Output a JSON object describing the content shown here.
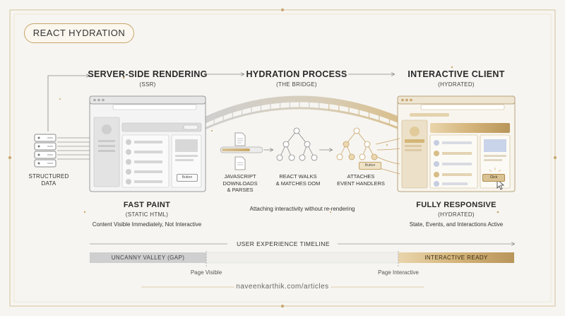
{
  "title": "REACT HYDRATION",
  "ssr": {
    "heading": "SERVER-SIDE RENDERING",
    "sub": "(SSR)",
    "caption_title": "FAST PAINT",
    "caption_sub": "(STATIC HTML)",
    "caption_desc": "Content Visible Immediately, Not Interactive",
    "button_label": "Button"
  },
  "hydration": {
    "heading": "HYDRATION PROCESS",
    "sub": "(THE BRIDGE)",
    "steps": [
      "JAVASCRIPT\nDOWNLOADS\n& PARSES",
      "REACT WALKS\n& MATCHES DOM",
      "ATTACHES\nEVENT HANDLERS"
    ],
    "button_label": "Button",
    "note": "Attaching interactivity without re-rendering"
  },
  "client": {
    "heading": "INTERACTIVE CLIENT",
    "sub": "(HYDRATED)",
    "caption_title": "FULLY RESPONSIVE",
    "caption_sub": "(HYDRATED)",
    "caption_desc": "State, Events, and Interactions Active",
    "button_label": "Click"
  },
  "data_source": {
    "label": "STRUCTURED\nDATA"
  },
  "timeline": {
    "heading": "USER EXPERIENCE TIMELINE",
    "gap_label": "UNCANNY VALLEY (GAP)",
    "ready_label": "INTERACTIVE READY",
    "marker_visible": "Page Visible",
    "marker_interactive": "Page Interactive"
  },
  "footer": "naveenkarthik.com/articles",
  "colors": {
    "gold": "#c8a46a",
    "gold_dark": "#b08a4a",
    "gray_bar": "#d0d0d0",
    "background": "#f6f5f1"
  },
  "icons": [
    "server-icon",
    "document-icon",
    "tree-icon",
    "cursor-icon",
    "browser-icon"
  ]
}
